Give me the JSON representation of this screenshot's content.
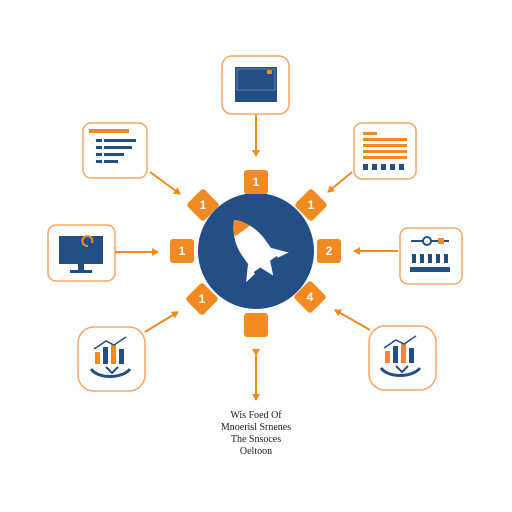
{
  "colors": {
    "accent": "#f28a22",
    "hub": "#234f86",
    "dark": "#234f86",
    "card_border": "#f3a666"
  },
  "hub": {
    "icon": "rocket-icon"
  },
  "badges": [
    {
      "label": "1"
    },
    {
      "label": "1"
    },
    {
      "label": "2"
    },
    {
      "label": "4"
    },
    {
      "label": ""
    },
    {
      "label": "1"
    },
    {
      "label": "1"
    },
    {
      "label": "1"
    }
  ],
  "cards": [
    {
      "icon": "monitor-icon"
    },
    {
      "icon": "bar-chart-icon"
    },
    {
      "icon": "control-panel-icon"
    },
    {
      "icon": "growth-chart-icon"
    },
    {
      "icon": "growth-chart-icon"
    },
    {
      "icon": "desktop-icon"
    },
    {
      "icon": "document-list-icon"
    }
  ],
  "caption": {
    "lines": [
      "Wis Foed Of",
      "Mnoerisl Srnenes",
      "The Snsoces",
      "Oeltoon"
    ]
  }
}
